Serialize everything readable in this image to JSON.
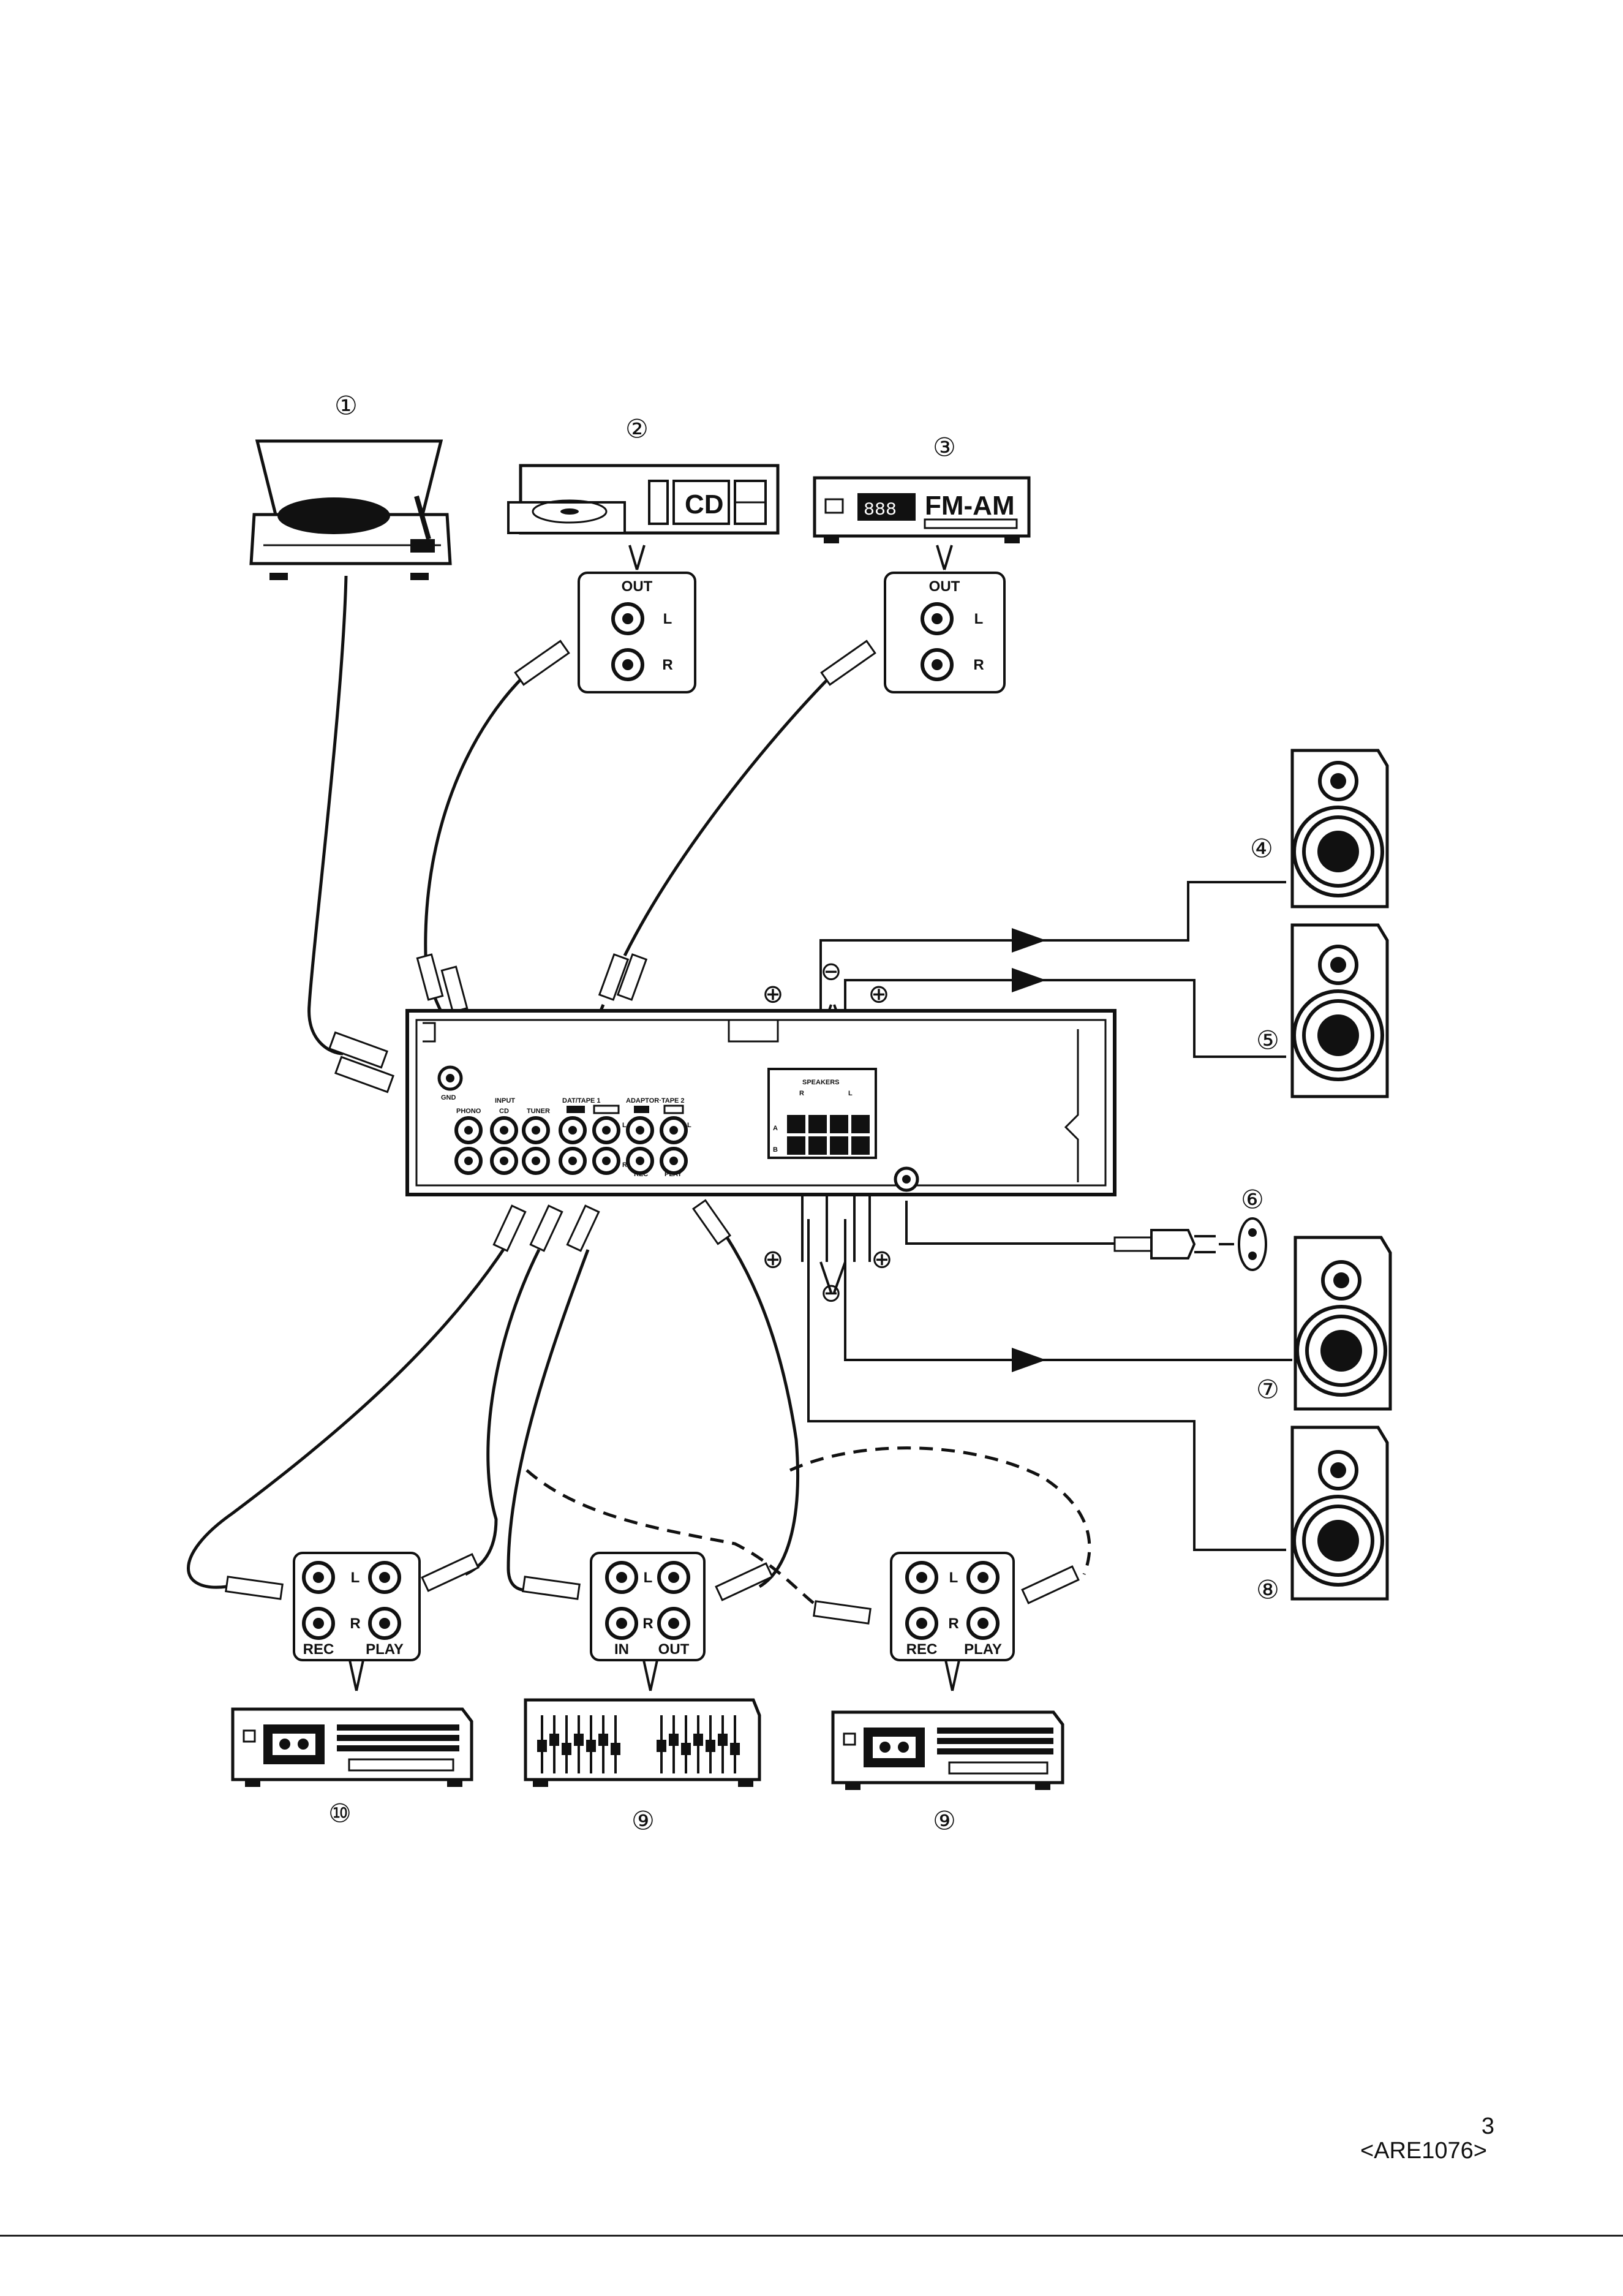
{
  "callouts": {
    "turntable": "①",
    "cd_player": "②",
    "tuner": "③",
    "speaker_a_right": "④",
    "speaker_a_left": "⑤",
    "power_plug": "⑥",
    "speaker_b_right": "⑦",
    "speaker_b_left": "⑧",
    "equalizer": "⑨",
    "tape_deck_2": "⑨",
    "tape_deck_1": "⑩"
  },
  "devices": {
    "cd_display": "CD",
    "tuner_display": "FM-AM",
    "tuner_readout": "888"
  },
  "jacks": {
    "cd": {
      "title": "OUT",
      "l": "L",
      "r": "R"
    },
    "tuner": {
      "title": "OUT",
      "l": "L",
      "r": "R"
    },
    "tape1": {
      "l": "L",
      "r": "R",
      "left_caption": "REC",
      "right_caption": "PLAY"
    },
    "eq": {
      "left_caption": "IN",
      "right_caption": "OUT"
    },
    "tape2": {
      "l": "L",
      "r": "R",
      "left_caption": "REC",
      "right_caption": "PLAY"
    }
  },
  "amp_panel": {
    "gnd": "GND",
    "phono": "PHONO",
    "input": "INPUT",
    "cd": "CD",
    "tuner": "TUNER",
    "dat_tape1": "DAT/TAPE 1",
    "adaptor_tape2": "ADAPTOR·TAPE 2",
    "speakers": "SPEAKERS",
    "rec": "REC",
    "play": "PLAY",
    "l": "L",
    "r": "R",
    "a": "A",
    "b": "B"
  },
  "polarity": {
    "plus": "⊕",
    "minus": "⊖"
  },
  "footer": {
    "page_number": "3",
    "code": "<ARE1076>"
  }
}
